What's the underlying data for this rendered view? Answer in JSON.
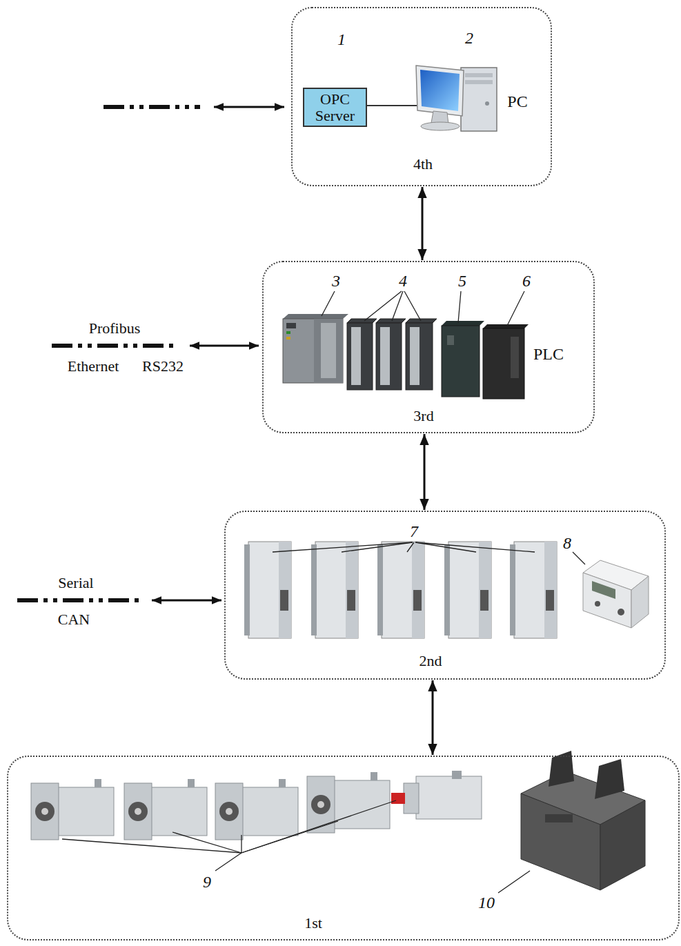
{
  "diagram": {
    "nodes": [
      {
        "text": [
          "4th"
        ]
      },
      {
        "text": [
          "OPC Server"
        ],
        "in": 0
      },
      {
        "text": [
          "3rd"
        ]
      },
      {
        "text": [
          "2nd"
        ]
      },
      {
        "text": [
          "1st"
        ]
      }
    ],
    "edges": [
      {
        "from": 0,
        "to": 2,
        "arrow": "both"
      },
      {
        "from": 2,
        "to": 3,
        "arrow": "both"
      },
      {
        "from": 3,
        "to": 4,
        "arrow": "both"
      }
    ],
    "labels": [
      "1",
      "2",
      "PC",
      "Profibus",
      "Ethernet",
      "RS232",
      "3",
      "4",
      "5",
      "6",
      "PLC",
      "Serial",
      "CAN",
      "7",
      "8",
      "9",
      "10"
    ]
  }
}
